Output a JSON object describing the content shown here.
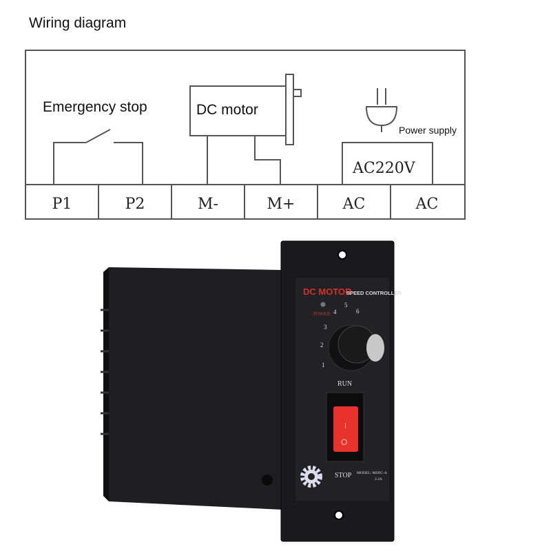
{
  "title": "Wiring diagram",
  "diagram": {
    "emergency_stop": "Emergency stop",
    "dc_motor": "DC motor",
    "power_supply": "Power supply",
    "voltage": "AC220V",
    "terminals": [
      "P1",
      "P2",
      "M-",
      "M+",
      "AC",
      "AC"
    ]
  },
  "controller": {
    "brand": "DC MOTOR",
    "subtitle": "SPEED CONTROLLER",
    "power_label": "POWER",
    "dial_marks": [
      "1",
      "2",
      "3",
      "4",
      "5",
      "6"
    ],
    "run_label": "RUN",
    "stop_label": "STOP",
    "model": "MODEL: MSDC-A",
    "rating": "2.2A",
    "switch_marks": [
      "I",
      "O"
    ],
    "colors": {
      "brand_red": "#d2322a",
      "body": "#1c1c1e",
      "switch": "#e8332c"
    }
  }
}
